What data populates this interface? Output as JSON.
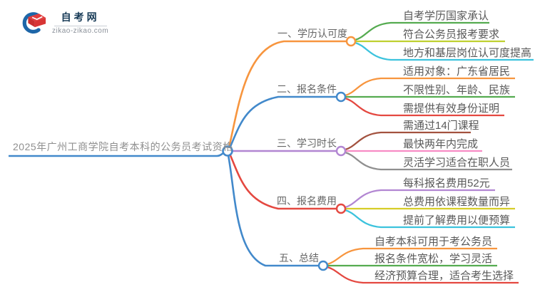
{
  "logo": {
    "title": "自考网",
    "domain": "zikao-zikao.com"
  },
  "mindmap": {
    "root": "2025年广州工商学院自考本科的公务员考试资格",
    "branches": [
      {
        "label": "一、学历认可度",
        "children": [
          "自考学历国家承认",
          "符合公务员报考要求",
          "地方和基层岗位认可度提高"
        ]
      },
      {
        "label": "二、报名条件",
        "children": [
          "适用对象：广东省居民",
          "不限性别、年龄、民族",
          "需提供有效身份证明"
        ]
      },
      {
        "label": "三、学习时长",
        "children": [
          "需通过14门课程",
          "最快两年内完成",
          "灵活学习适合在职人员"
        ]
      },
      {
        "label": "四、报名费用",
        "children": [
          "每科报名费用52元",
          "总费用依课程数量而异",
          "提前了解费用以便预算"
        ]
      },
      {
        "label": "五、总结",
        "children": [
          "自考本科可用于考公务员",
          "报名条件宽松，学习灵活",
          "经济预算合理，适合考生选择"
        ]
      }
    ]
  },
  "colors": {
    "blue": "#4289cb",
    "orange": "#f7953e",
    "purple": "#b286d2",
    "red": "#e44840",
    "green": "#55ab50",
    "yellowgreen": "#bfd030",
    "cyan": "#3cc3dd",
    "maroon": "#a3523f",
    "pink": "#f88cc5",
    "gray": "#8f8f8f",
    "yellow": "#d6cd28",
    "logo_navy": "#173a56",
    "logo_red": "#e23d3d",
    "logo_blue": "#1d66a8",
    "text_dark": "#595959",
    "text_title": "#8f8f8f"
  }
}
